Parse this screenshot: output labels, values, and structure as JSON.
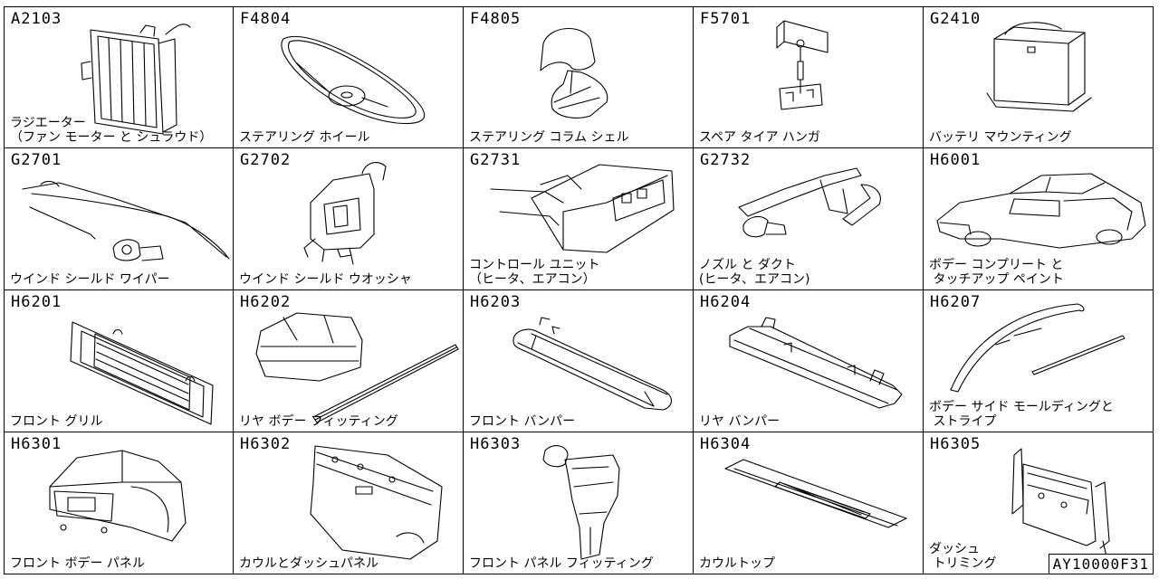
{
  "cells": [
    {
      "code": "A2103",
      "label": "ラジエーター\n（ファン モーター と シュラウド）",
      "icon": "radiator-icon"
    },
    {
      "code": "F4804",
      "label": "ステアリング ホイール",
      "icon": "steering-wheel-icon"
    },
    {
      "code": "F4805",
      "label": "ステアリング コラム シェル",
      "icon": "column-shell-icon"
    },
    {
      "code": "F5701",
      "label": "スペア タイア ハンガ",
      "icon": "tire-hanger-icon"
    },
    {
      "code": "G2410",
      "label": "バッテリ マウンティング",
      "icon": "battery-icon"
    },
    {
      "code": "G2701",
      "label": "ウインド シールド ワイパー",
      "icon": "wiper-icon"
    },
    {
      "code": "G2702",
      "label": "ウインド シールド ウオッシャ",
      "icon": "washer-tank-icon"
    },
    {
      "code": "G2731",
      "label": "コントロール ユニット\n（ヒータ、エアコン）",
      "icon": "control-unit-icon"
    },
    {
      "code": "G2732",
      "label": "ノズル と ダクト\n(ヒータ、エアコン)",
      "icon": "duct-icon"
    },
    {
      "code": "H6001",
      "label": "ボデー コンプリート と\n タッチアップ ペイント",
      "icon": "car-body-icon"
    },
    {
      "code": "H6201",
      "label": "フロント グリル",
      "icon": "grille-icon"
    },
    {
      "code": "H6202",
      "label": "リヤ ボデー フィッティング",
      "icon": "rear-body-icon"
    },
    {
      "code": "H6203",
      "label": "フロント バンパー",
      "icon": "front-bumper-icon"
    },
    {
      "code": "H6204",
      "label": "リヤ バンパー",
      "icon": "rear-bumper-icon"
    },
    {
      "code": "H6207",
      "label": "ボデー サイド モールディングと\n ストライプ",
      "icon": "molding-icon"
    },
    {
      "code": "H6301",
      "label": "フロント ボデー パネル",
      "icon": "front-panel-icon"
    },
    {
      "code": "H6302",
      "label": "カウルとダッシュパネル",
      "icon": "cowl-dash-icon"
    },
    {
      "code": "H6303",
      "label": "フロント パネル フィッティング",
      "icon": "panel-fitting-icon"
    },
    {
      "code": "H6304",
      "label": "カウルトップ",
      "icon": "cowl-top-icon"
    },
    {
      "code": "H6305",
      "label": "ダッシュ\n トリミング",
      "icon": "dash-trim-icon"
    }
  ],
  "footer": {
    "code": "AY10000F31"
  }
}
